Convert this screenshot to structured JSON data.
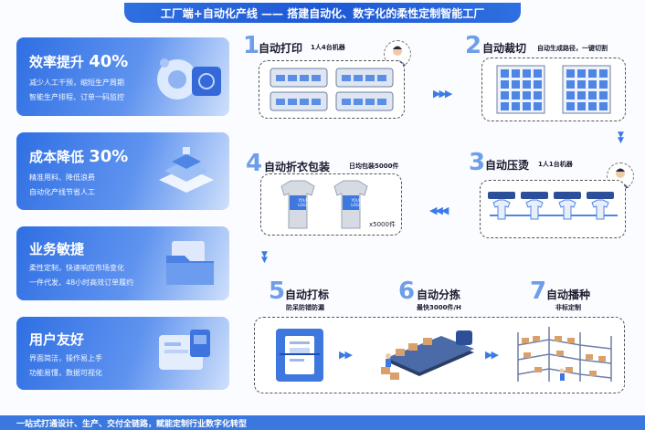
{
  "header": {
    "title": "工厂端+自动化产线 —— 搭建自动化、数字化的柔性定制智能工厂"
  },
  "cards": [
    {
      "title": "效率提升",
      "value": "40%",
      "lines": [
        "减少人工干预，缩短生产周期",
        "智能生产排程、订单一码监控"
      ]
    },
    {
      "title": "成本降低",
      "value": "30%",
      "lines": [
        "精准用料、降低浪费",
        "自动化产线节省人工"
      ]
    },
    {
      "title": "业务敏捷",
      "value": "",
      "lines": [
        "柔性定制，快速响应市场变化",
        "一件代发、48小时高效订单履约"
      ]
    },
    {
      "title": "用户友好",
      "value": "",
      "lines": [
        "界面简洁，操作易上手",
        "功能易懂，数据可视化"
      ]
    }
  ],
  "steps": {
    "s1": {
      "num": "1",
      "title": "自动打印",
      "sub": "1人4台机器"
    },
    "s2": {
      "num": "2",
      "title": "自动裁切",
      "sub": "自动生成路径，一键切割"
    },
    "s3": {
      "num": "3",
      "title": "自动压烫",
      "sub": "1人1台机器"
    },
    "s4": {
      "num": "4",
      "title": "自动折衣包装",
      "sub": "日均包装5000件",
      "count": "x5000件",
      "logo": "YOUR LOGO"
    },
    "s5": {
      "num": "5",
      "title": "自动打标",
      "sub": "防呆防错防漏"
    },
    "s6": {
      "num": "6",
      "title": "自动分拣",
      "sub": "最快3000件/H"
    },
    "s7": {
      "num": "7",
      "title": "自动播种",
      "sub": "非标定制"
    }
  },
  "footer": {
    "text": "一站式打通设计、生产、交付全链路，赋能定制行业数字化转型"
  },
  "colors": {
    "primary": "#2f6fe0",
    "step_number": "#6f9ee8",
    "arrow": "#3c7be6"
  },
  "icons": [
    "person-icon",
    "printer-icon",
    "cut-grid-icon",
    "tshirt-icon",
    "package-icon",
    "label-scan-icon",
    "sorting-line-icon",
    "warehouse-rack-icon"
  ]
}
